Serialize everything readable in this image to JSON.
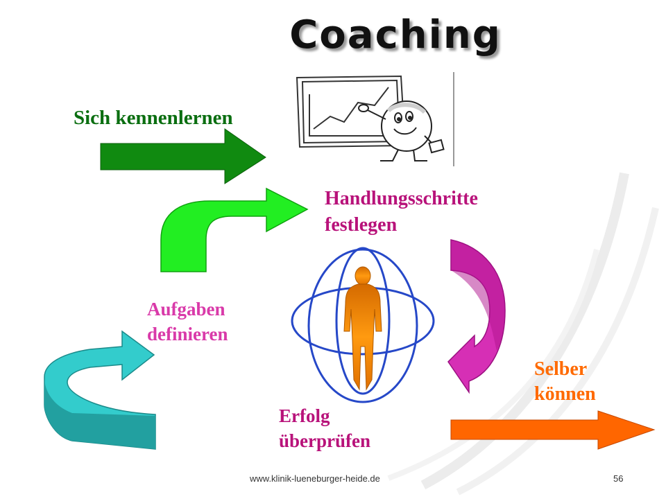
{
  "title": "Coaching",
  "steps": [
    {
      "lines": [
        "Sich kennenlernen"
      ],
      "color": "#0a6e10"
    },
    {
      "lines": [
        "Handlungsschritte",
        "festlegen"
      ],
      "color": "#b8127a"
    },
    {
      "lines": [
        "Aufgaben",
        "definieren"
      ],
      "color": "#d93aa9"
    },
    {
      "lines": [
        "Erfolg",
        "überprüfen"
      ],
      "color": "#b8127a"
    },
    {
      "lines": [
        "Selber",
        "können"
      ],
      "color": "#ff6a00"
    }
  ],
  "footer": {
    "url": "www.klinik-lueneburger-heide.de",
    "page": "56"
  },
  "icons": [
    "presentation-board-mascot-icon",
    "human-figure-with-orbits-icon"
  ],
  "arrow_colors": {
    "dark_green": "#108a10",
    "light_green": "#22ee22",
    "magenta": "#d62fb5",
    "teal": "#33cccc",
    "orange": "#ff6600"
  }
}
